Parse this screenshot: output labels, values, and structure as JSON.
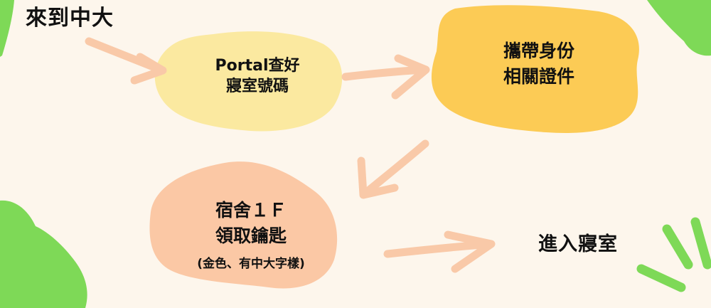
{
  "title": "來到中大",
  "steps": [
    {
      "lines": [
        "Portal查好",
        "寢室號碼"
      ]
    },
    {
      "lines": [
        "攜帶身份",
        "相關證件"
      ]
    },
    {
      "lines": [
        "宿舍１Ｆ",
        "領取鑰匙"
      ],
      "note": "(金色、有中大字樣)"
    }
  ],
  "final": "進入寢室",
  "colors": {
    "background": "#fdf6ec",
    "step1_blob": "#fbe9a0",
    "step2_blob": "#fccb55",
    "step3_blob": "#fbc8a5",
    "arrow": "#f9c9a8",
    "leaf": "#7ed957"
  }
}
